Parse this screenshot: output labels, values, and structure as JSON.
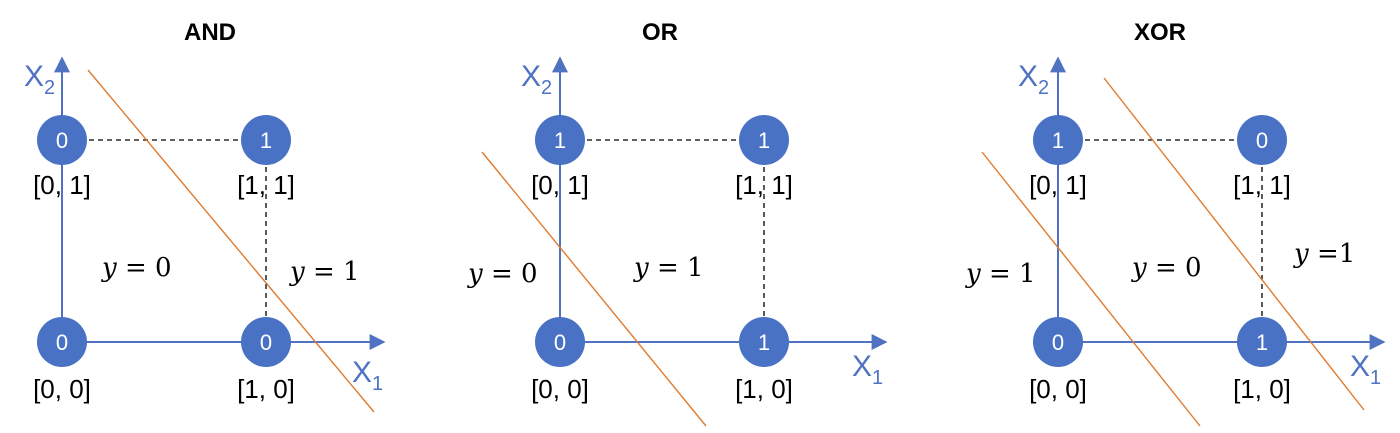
{
  "colors": {
    "axis": "#4f72c2",
    "node": "#4a72c4",
    "node_text": "#ffffff",
    "boundary": "#e07b2e",
    "dashed": "#000000"
  },
  "axes": {
    "x_letter": "X",
    "x_subscript": "1",
    "y_letter": "X",
    "y_subscript": "2"
  },
  "panels": [
    {
      "title": "AND",
      "points": [
        {
          "coord": "[0, 0]",
          "value": "0"
        },
        {
          "coord": "[1, 0]",
          "value": "0"
        },
        {
          "coord": "[0, 1]",
          "value": "0"
        },
        {
          "coord": "[1, 1]",
          "value": "1"
        }
      ],
      "regions": [
        {
          "var": "y",
          "op": "=",
          "value": "0"
        },
        {
          "var": "y",
          "op": "=",
          "value": "1"
        }
      ]
    },
    {
      "title": "OR",
      "points": [
        {
          "coord": "[0, 0]",
          "value": "0"
        },
        {
          "coord": "[1, 0]",
          "value": "1"
        },
        {
          "coord": "[0, 1]",
          "value": "1"
        },
        {
          "coord": "[1, 1]",
          "value": "1"
        }
      ],
      "regions": [
        {
          "var": "y",
          "op": "=",
          "value": "0"
        },
        {
          "var": "y",
          "op": "=",
          "value": "1"
        }
      ]
    },
    {
      "title": "XOR",
      "points": [
        {
          "coord": "[0, 0]",
          "value": "0"
        },
        {
          "coord": "[1, 0]",
          "value": "1"
        },
        {
          "coord": "[0, 1]",
          "value": "1"
        },
        {
          "coord": "[1, 1]",
          "value": "0"
        }
      ],
      "regions": [
        {
          "var": "y",
          "op": "=",
          "value": "1"
        },
        {
          "var": "y",
          "op": "=",
          "value": "0"
        },
        {
          "var": "y",
          "op": "=",
          "value": "1"
        }
      ]
    }
  ]
}
